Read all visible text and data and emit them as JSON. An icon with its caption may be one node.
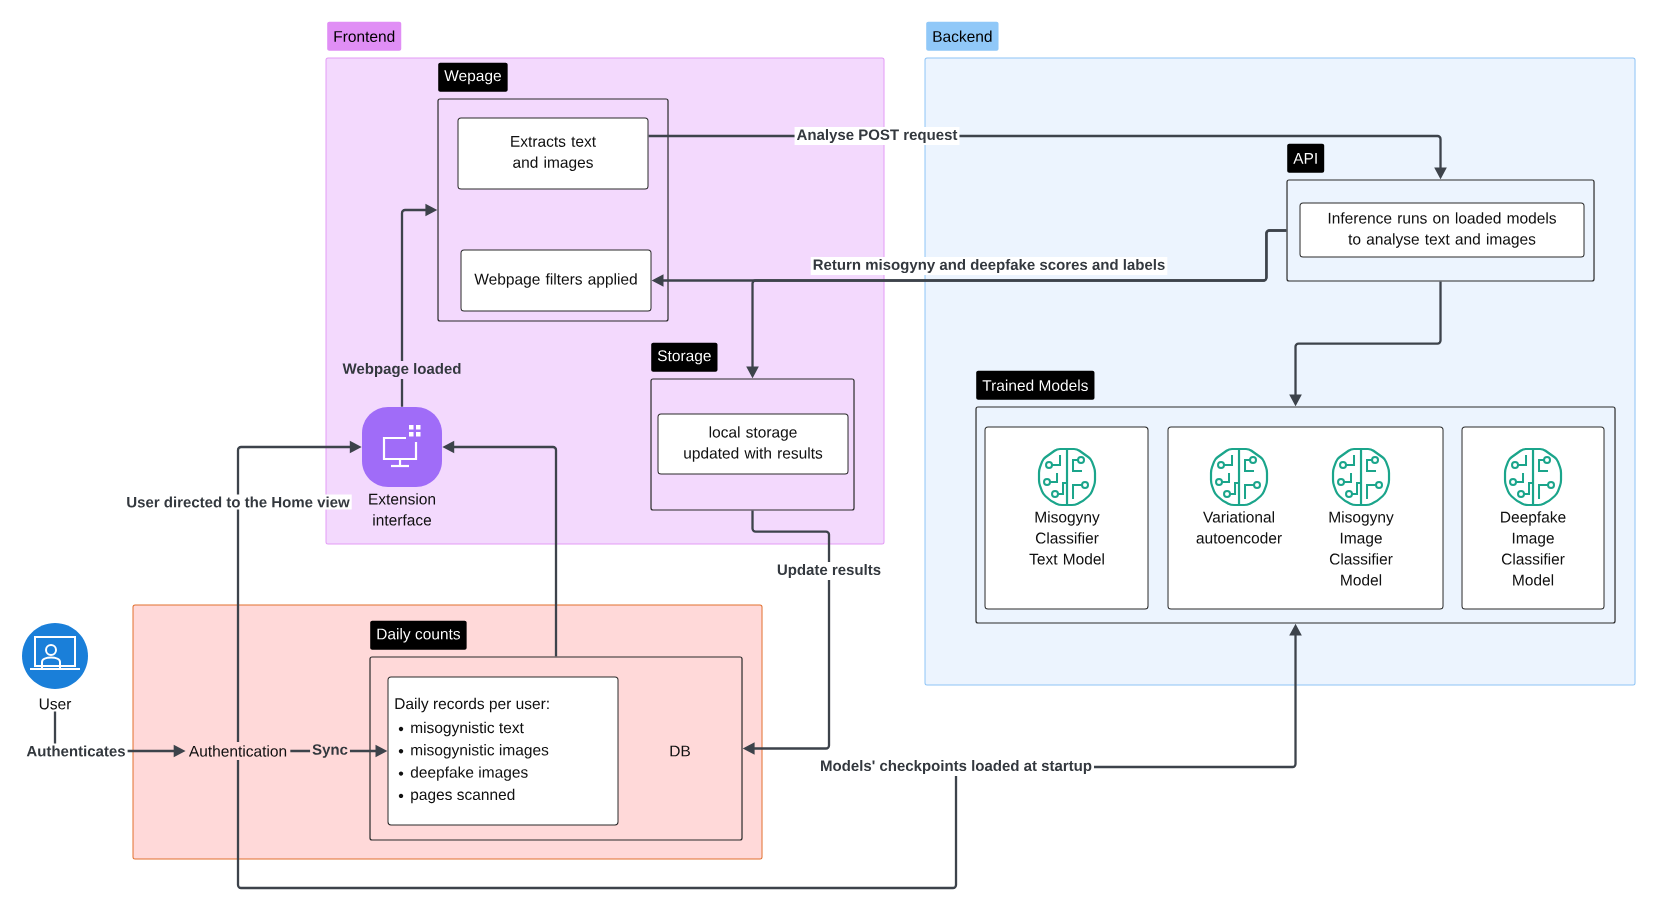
{
  "diagram": {
    "nodes": [
      {
        "text": [
          "Frontend"
        ]
      },
      {
        "text": [
          "Wepage"
        ],
        "in": 0
      },
      {
        "text": [
          "Extracts text and images"
        ],
        "in": 1
      },
      {
        "text": [
          "Webpage filters applied"
        ],
        "in": 1
      },
      {
        "text": [
          "Storage"
        ],
        "in": 0
      },
      {
        "text": [
          "local storage updated with results"
        ],
        "in": 4
      },
      {
        "text": [
          "Extension interface"
        ],
        "in": 0
      },
      {
        "text": [
          "Backend"
        ]
      },
      {
        "text": [
          "API"
        ],
        "in": 7
      },
      {
        "text": [
          "Inference runs on loaded models to analyse text and images"
        ],
        "in": 8
      },
      {
        "text": [
          "Trained Models"
        ],
        "in": 7
      },
      {
        "text": [
          "Misogyny Classifier Text Model"
        ],
        "in": 10
      },
      {
        "text": [
          "Variational autoencoder",
          "Misogyny Image Classifier Model"
        ],
        "in": 10
      },
      {
        "text": [
          "Deepfake Image Classifier Model"
        ],
        "in": 10
      },
      {
        "text": [
          "User"
        ]
      },
      {
        "text": [],
        "shape": "box"
      },
      {
        "text": [
          "Authentication"
        ],
        "in": 15
      },
      {
        "text": [
          "Daily counts"
        ],
        "in": 15
      },
      {
        "text": [
          "Daily records per user:",
          "misogynistic text",
          "misogynistic images",
          "deepfake images",
          "pages scanned"
        ],
        "in": 17
      }
    ],
    "edges": [
      {
        "from": 2,
        "to": 8,
        "arrow": "to",
        "label": "Analyse POST request"
      },
      {
        "from": 8,
        "to": 3,
        "arrow": "to",
        "label": "Return misogyny and deepfake scores and labels"
      },
      {
        "from": 8,
        "to": 4,
        "arrow": "to"
      },
      {
        "from": 8,
        "to": 10,
        "arrow": "to"
      },
      {
        "from": 4,
        "to": 17,
        "arrow": "to",
        "label": "Update results"
      },
      {
        "from": 17,
        "to": 6,
        "arrow": "to"
      },
      {
        "from": 6,
        "to": 1,
        "arrow": "to",
        "label": "Webpage loaded"
      },
      {
        "from": 16,
        "to": 6,
        "arrow": "to",
        "label": "User directed to the Home view"
      },
      {
        "from": 14,
        "to": 16,
        "arrow": "to",
        "label": "Authenticates"
      },
      {
        "from": 16,
        "to": 18,
        "arrow": "to",
        "label": "Sync"
      },
      {
        "from": 16,
        "to": 10,
        "arrow": "to",
        "label": "Models' checkpoints loaded at startup"
      }
    ],
    "labels": [
      "DB"
    ]
  }
}
